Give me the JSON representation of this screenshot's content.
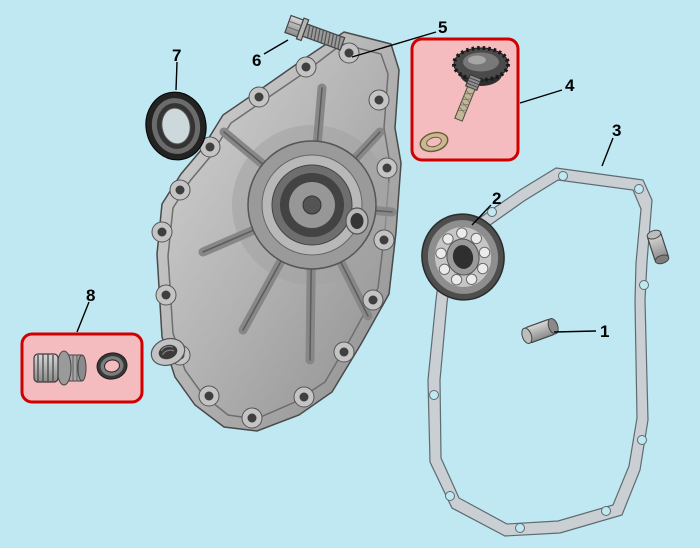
{
  "colors": {
    "background": "#bfe8f2",
    "highlight_fill": "#f4bcbe",
    "highlight_border": "#d10000",
    "leader_line": "#000000"
  },
  "parts": [
    {
      "number": "1"
    },
    {
      "number": "2"
    },
    {
      "number": "3"
    },
    {
      "number": "4"
    },
    {
      "number": "5"
    },
    {
      "number": "6"
    },
    {
      "number": "7"
    },
    {
      "number": "8"
    }
  ],
  "highlighted_parts": [
    "4",
    "8"
  ]
}
